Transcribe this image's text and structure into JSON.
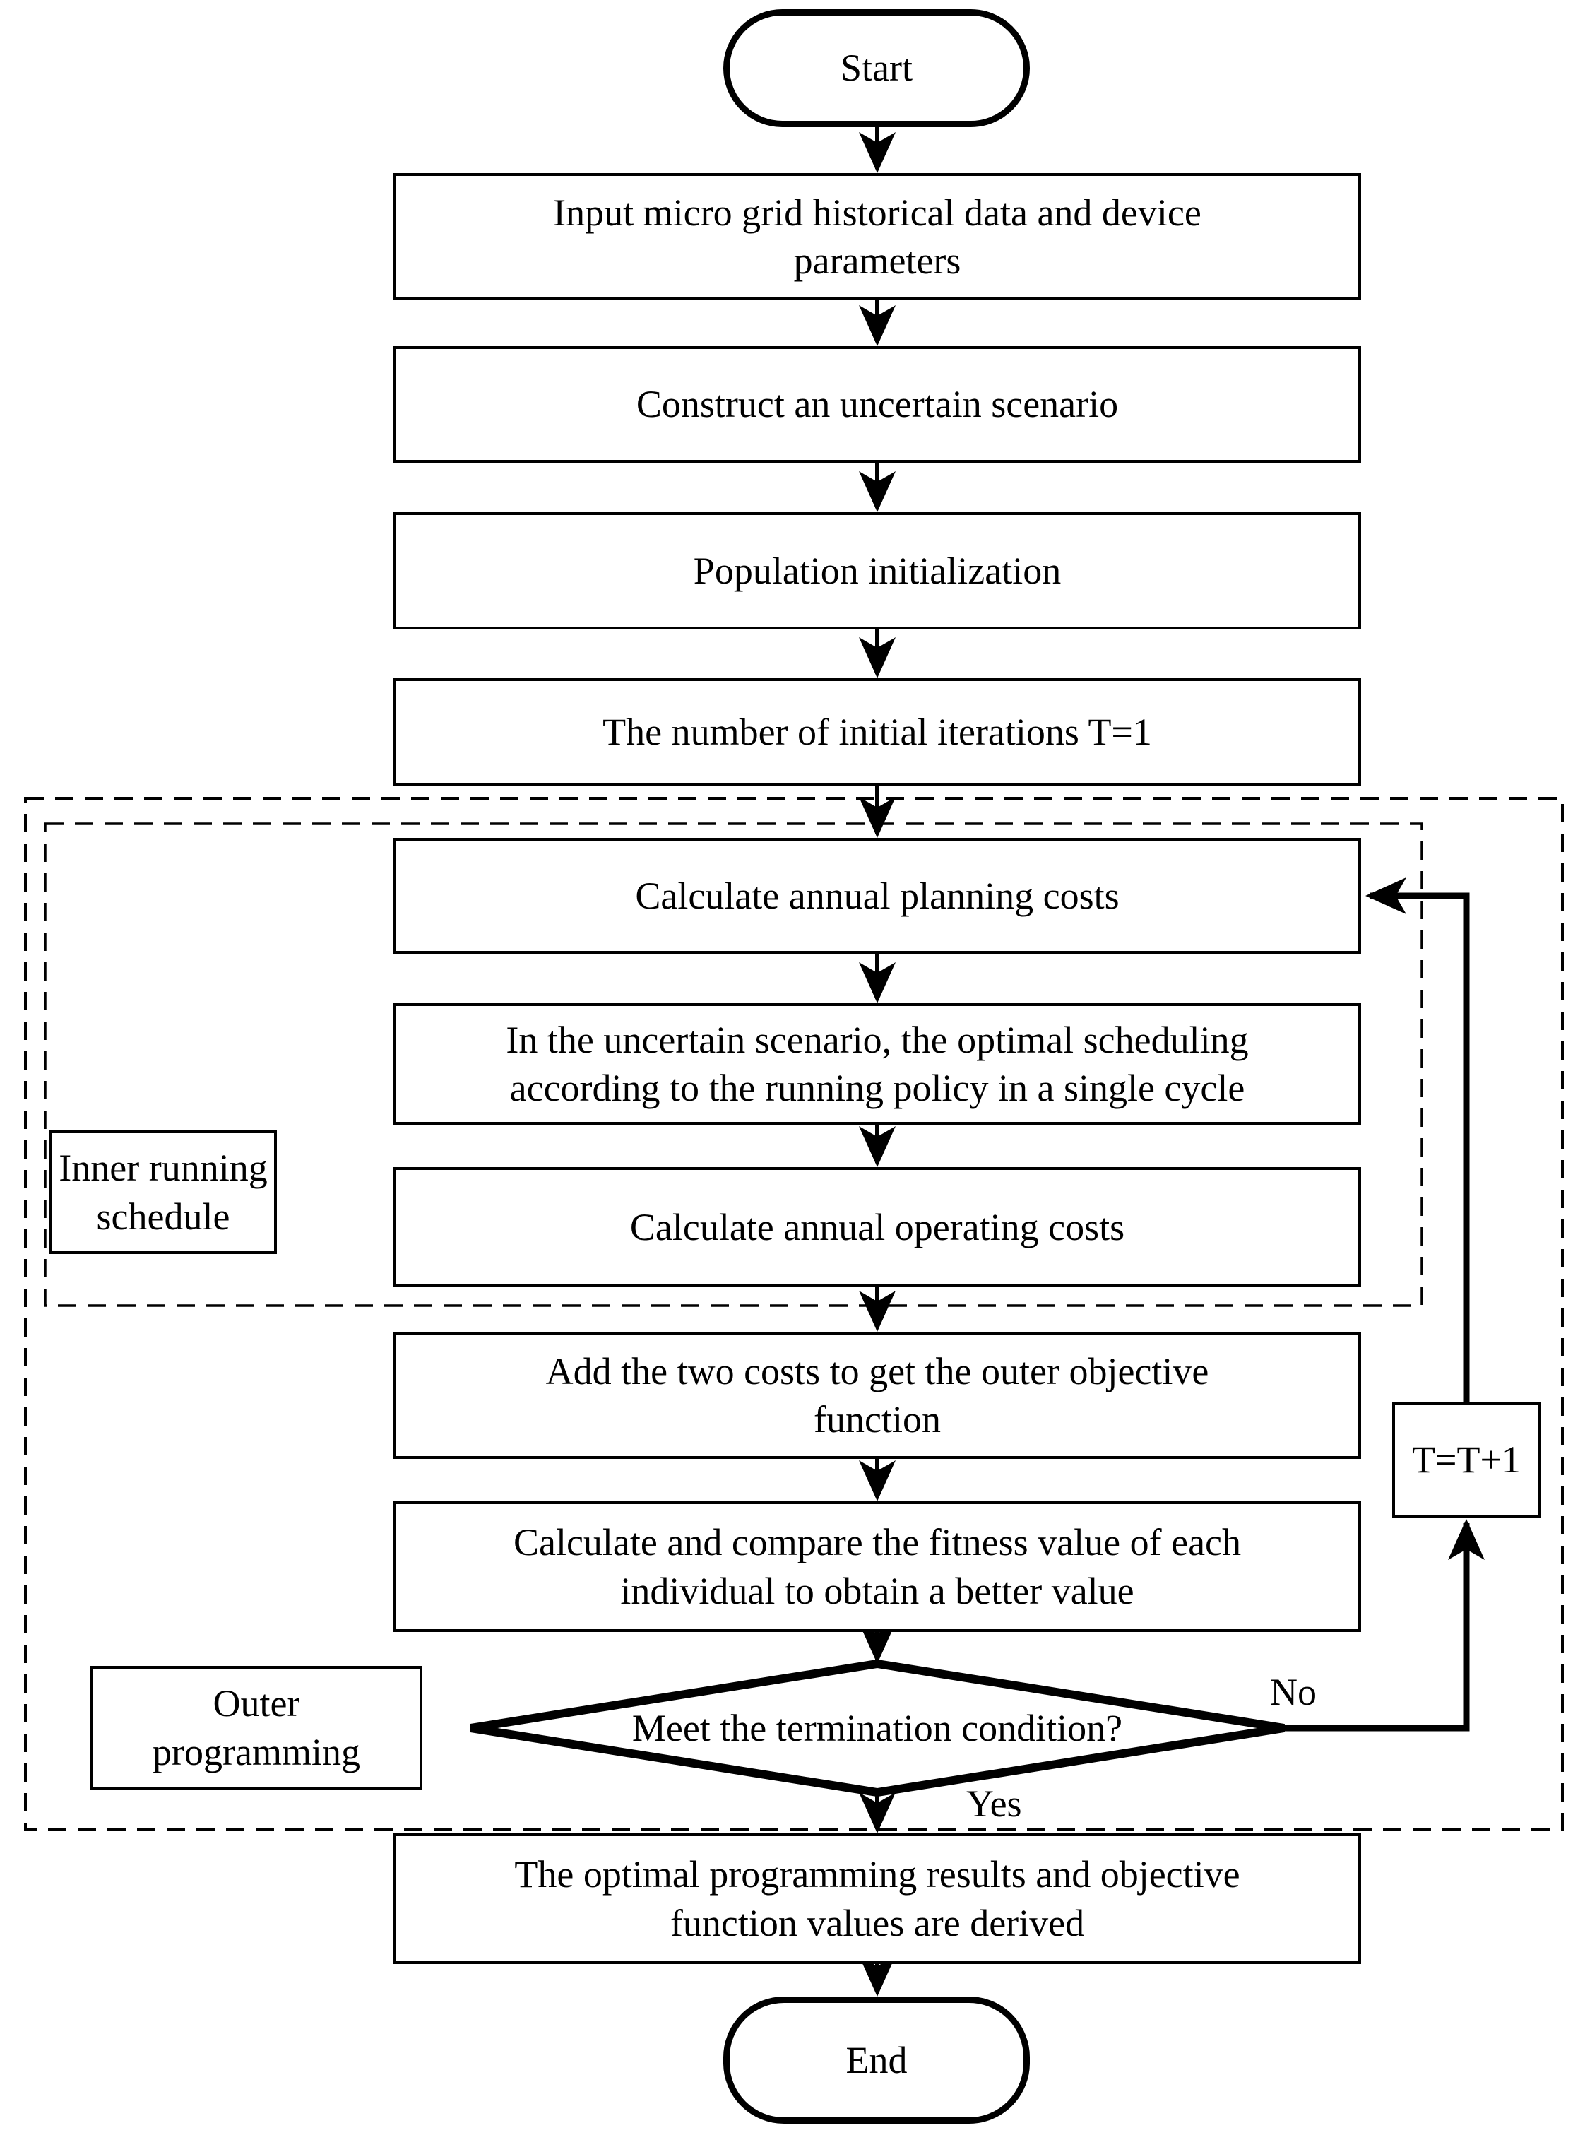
{
  "diagram": {
    "background": "#ffffff",
    "line_color": "#000000",
    "nodes": {
      "start": "Start",
      "input": "Input micro grid historical data and device\nparameters",
      "construct": "Construct an uncertain scenario",
      "population": "Population initialization",
      "iterations": "The number of initial iterations T=1",
      "planning": "Calculate annual planning costs",
      "scheduling": "In the uncertain scenario, the optimal scheduling\naccording to the running policy in a single cycle",
      "operating": "Calculate annual operating costs",
      "objective": "Add the two costs to get the outer objective\nfunction",
      "fitness": "Calculate and compare the fitness value of each\nindividual to obtain a better value",
      "decision": "Meet the termination condition?",
      "increment": "T=T+1",
      "results": "The optimal programming results and objective\nfunction values are derived",
      "end": "End"
    },
    "groups": {
      "inner": "Inner running\nschedule",
      "outer": "Outer\nprogramming"
    },
    "edge_labels": {
      "yes": "Yes",
      "no": "No"
    }
  }
}
